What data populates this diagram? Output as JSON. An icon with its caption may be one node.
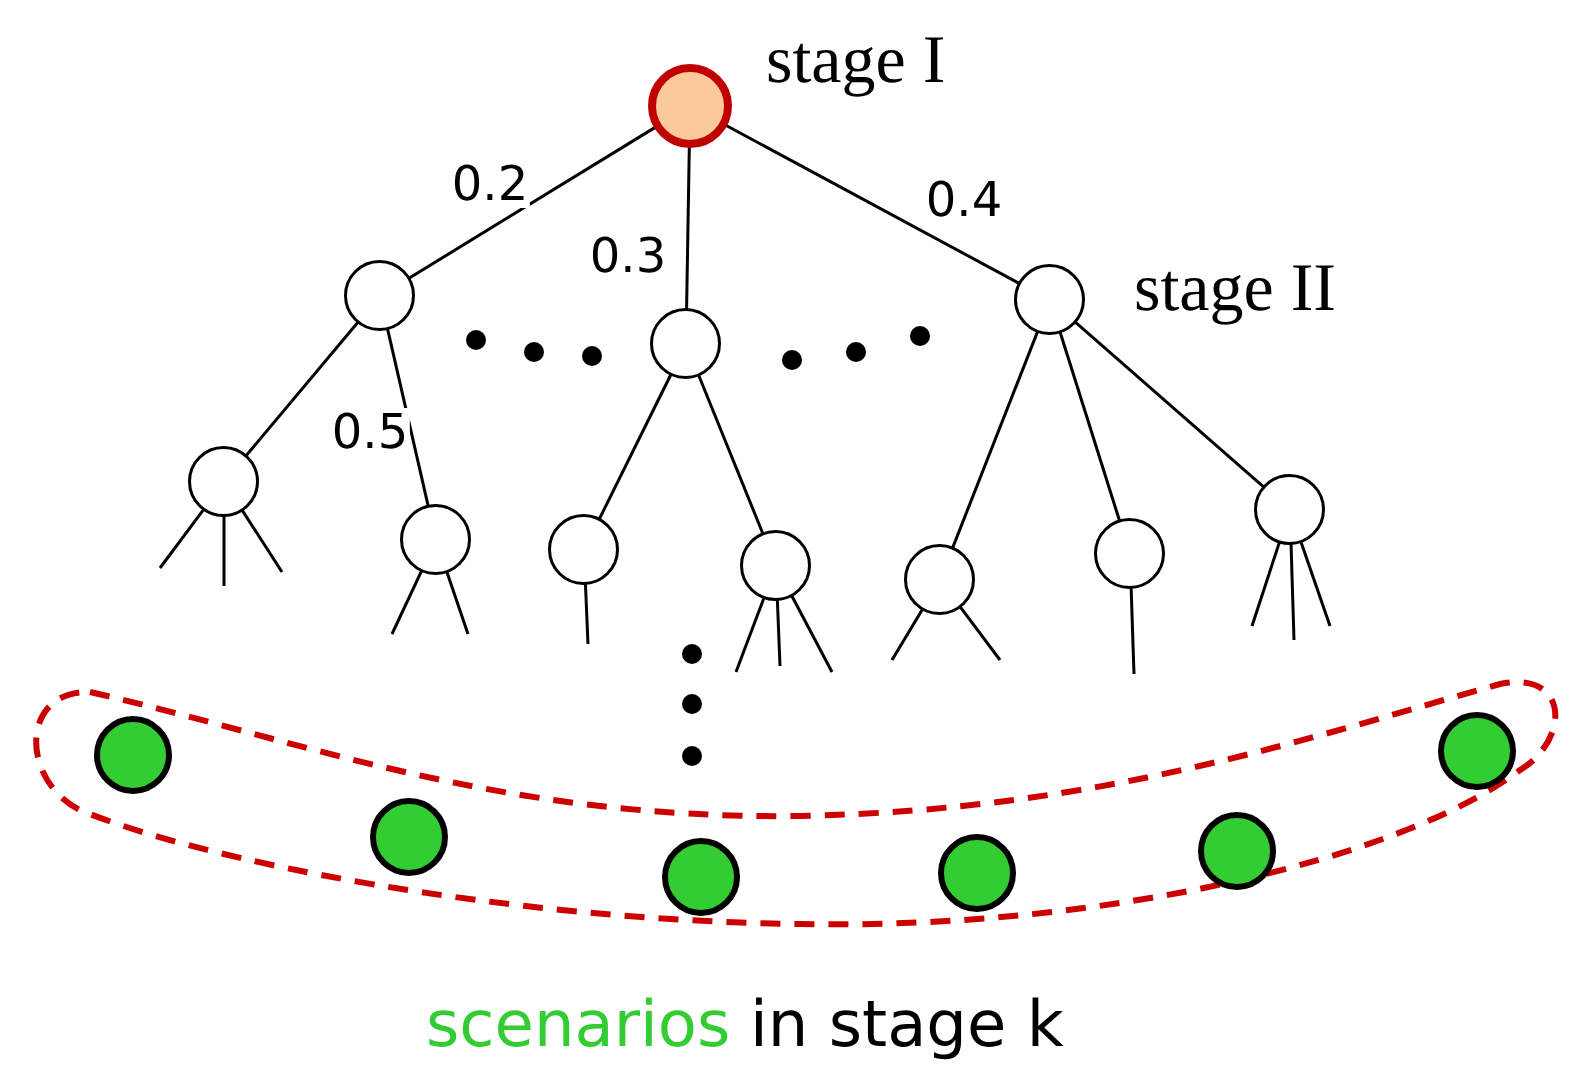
{
  "diagram": {
    "nodes": [
      {
        "text": [],
        "shape": "circle",
        "beside": [
          "stage I"
        ]
      },
      {
        "text": [],
        "shape": "circle"
      },
      {
        "text": [],
        "shape": "circle"
      },
      {
        "text": [],
        "shape": "circle",
        "beside": [
          "stage II"
        ]
      },
      {
        "text": [],
        "shape": "circle"
      },
      {
        "text": [],
        "shape": "circle"
      },
      {
        "text": [],
        "shape": "circle"
      },
      {
        "text": [],
        "shape": "circle"
      },
      {
        "text": [],
        "shape": "circle"
      },
      {
        "text": [],
        "shape": "circle"
      },
      {
        "text": [],
        "shape": "circle"
      },
      {
        "text": [],
        "shape": "ellipse"
      },
      {
        "text": [],
        "shape": "circle",
        "in": 11
      },
      {
        "text": [],
        "shape": "circle",
        "in": 11
      },
      {
        "text": [],
        "shape": "circle",
        "in": 11
      },
      {
        "text": [],
        "shape": "circle",
        "in": 11
      },
      {
        "text": [],
        "shape": "circle",
        "in": 11
      },
      {
        "text": [],
        "shape": "circle",
        "in": 11
      }
    ],
    "edges": [
      {
        "from": 0,
        "to": 1,
        "arrow": "none",
        "label": "0.2"
      },
      {
        "from": 0,
        "to": 2,
        "arrow": "none",
        "label": "0.3"
      },
      {
        "from": 0,
        "to": 3,
        "arrow": "none",
        "label": "0.4"
      },
      {
        "from": 1,
        "to": 4,
        "arrow": "none"
      },
      {
        "from": 1,
        "to": 5,
        "arrow": "none",
        "label": "0.5"
      },
      {
        "from": 2,
        "to": 6,
        "arrow": "none"
      },
      {
        "from": 2,
        "to": 7,
        "arrow": "none"
      },
      {
        "from": 3,
        "to": 8,
        "arrow": "none"
      },
      {
        "from": 3,
        "to": 9,
        "arrow": "none"
      },
      {
        "from": 3,
        "to": 10,
        "arrow": "none"
      },
      {
        "from": 4,
        "to": null,
        "arrow": "none"
      },
      {
        "from": 4,
        "to": null,
        "arrow": "none"
      },
      {
        "from": 4,
        "to": null,
        "arrow": "none"
      },
      {
        "from": 5,
        "to": null,
        "arrow": "none"
      },
      {
        "from": 5,
        "to": null,
        "arrow": "none"
      },
      {
        "from": 6,
        "to": null,
        "arrow": "none"
      },
      {
        "from": 7,
        "to": null,
        "arrow": "none"
      },
      {
        "from": 7,
        "to": null,
        "arrow": "none"
      },
      {
        "from": 7,
        "to": null,
        "arrow": "none"
      },
      {
        "from": 8,
        "to": null,
        "arrow": "none"
      },
      {
        "from": 8,
        "to": null,
        "arrow": "none"
      },
      {
        "from": 9,
        "to": null,
        "arrow": "none"
      },
      {
        "from": 10,
        "to": null,
        "arrow": "none"
      },
      {
        "from": 10,
        "to": null,
        "arrow": "none"
      },
      {
        "from": 10,
        "to": null,
        "arrow": "none"
      }
    ],
    "labels": [
      "scenarios",
      "in stage k"
    ]
  }
}
